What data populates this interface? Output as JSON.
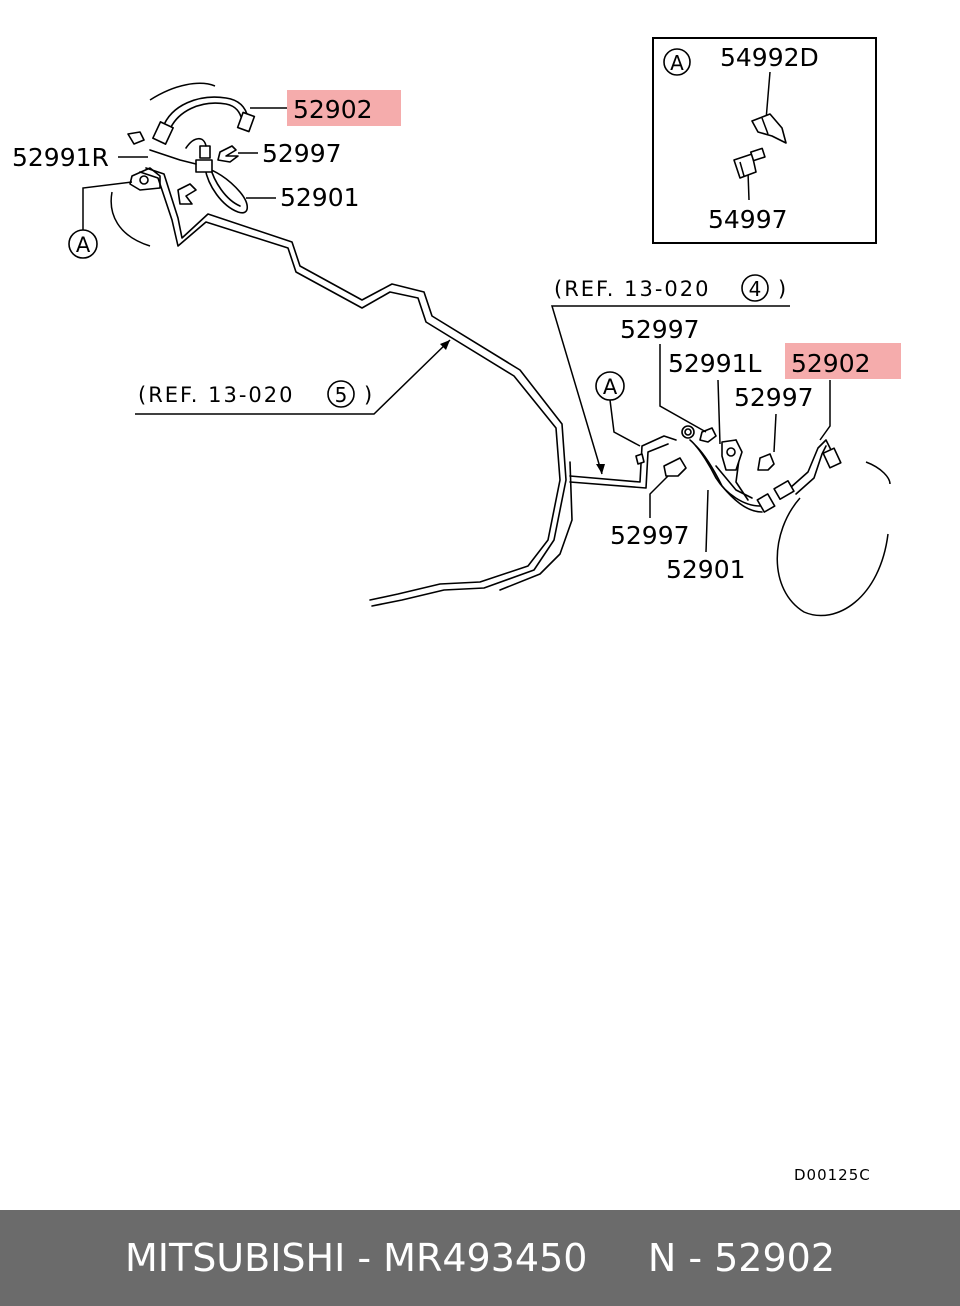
{
  "labels": {
    "tl_hose": "52902",
    "tl_clip_r": "52997",
    "tl_bracket_r": "52991R",
    "tl_pipe": "52901",
    "callout_a": "A",
    "ref_left": "(REF. 13-020",
    "ref_left_num": "5",
    "ref_right": "(REF. 13-020",
    "ref_right_num": "4",
    "paren_close": ")",
    "r_clip_top": "52997",
    "r_bracket_l": "52991L",
    "r_hose": "52902",
    "r_clip_mid": "52997",
    "r_clip_bottom": "52997",
    "r_pipe": "52901",
    "inset_top": "54992D",
    "inset_bottom": "54997",
    "code": "D00125C"
  },
  "highlight_color": "#f4a3a3",
  "footer": {
    "brand": "MITSUBISHI",
    "part_number": "MR493450",
    "ref_number": "N - 52902",
    "text": "MITSUBISHI - MR493450     N - 52902"
  }
}
